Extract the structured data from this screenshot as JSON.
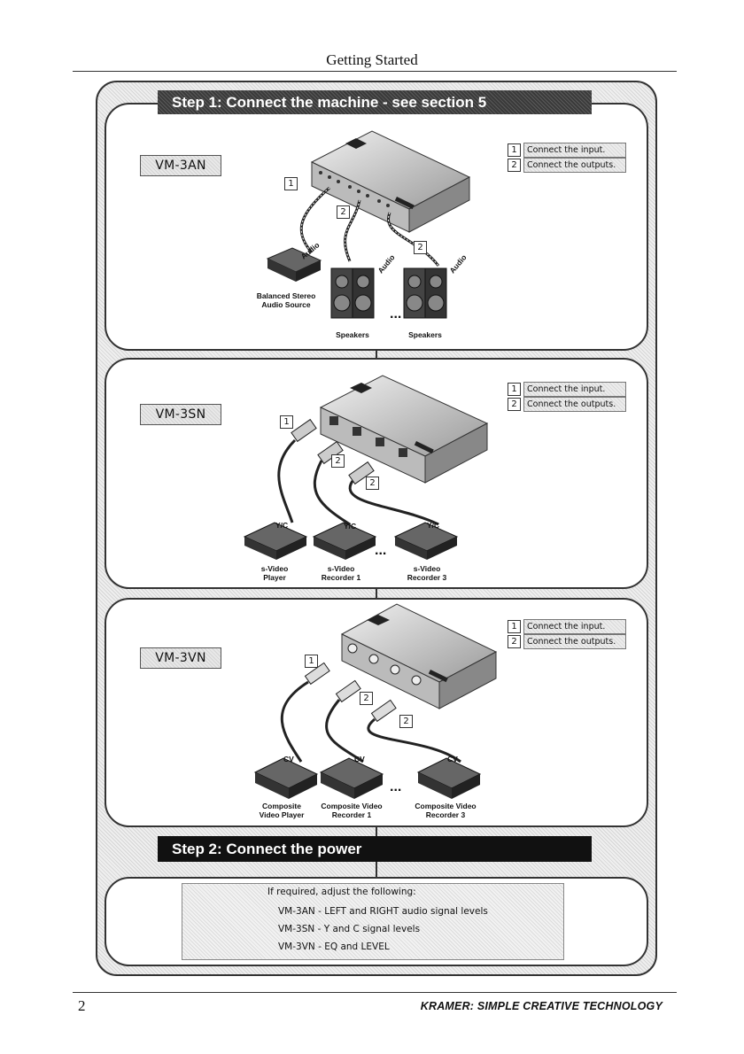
{
  "header": {
    "title": "Getting Started"
  },
  "step1": {
    "label": "Step 1: Connect the machine - see section 5"
  },
  "step2": {
    "label": "Step 2: Connect the power"
  },
  "panels": [
    {
      "model": "VM-3AN",
      "note1_num": "1",
      "note1": "Connect the input.",
      "note2_num": "2",
      "note2": "Connect the outputs.",
      "source_caption": "Balanced Stereo\nAudio Source",
      "out1_caption": "Speakers",
      "out2_caption": "Speakers",
      "cable": "Audio",
      "tag1": "1",
      "tag2": "2"
    },
    {
      "model": "VM-3SN",
      "note1_num": "1",
      "note1": "Connect the input.",
      "note2_num": "2",
      "note2": "Connect the outputs.",
      "source_caption": "s-Video\nPlayer",
      "out1_caption": "s-Video\nRecorder 1",
      "out2_caption": "s-Video\nRecorder 3",
      "cable": "Y/C",
      "tag1": "1",
      "tag2": "2"
    },
    {
      "model": "VM-3VN",
      "note1_num": "1",
      "note1": "Connect the input.",
      "note2_num": "2",
      "note2": "Connect the outputs.",
      "source_caption": "Composite\nVideo Player",
      "out1_caption": "Composite Video\nRecorder 1",
      "out2_caption": "Composite Video\nRecorder 3",
      "cable": "CV",
      "tag1": "1",
      "tag2": "2"
    }
  ],
  "power": {
    "intro": "If required, adjust the following:",
    "items": [
      "VM-3AN - LEFT and RIGHT audio signal levels",
      "VM-3SN - Y and C signal levels",
      "VM-3VN - EQ and LEVEL"
    ]
  },
  "ellipsis": "...",
  "footer": {
    "page_number": "2",
    "brand": "KRAMER:  SIMPLE CREATIVE TECHNOLOGY"
  }
}
